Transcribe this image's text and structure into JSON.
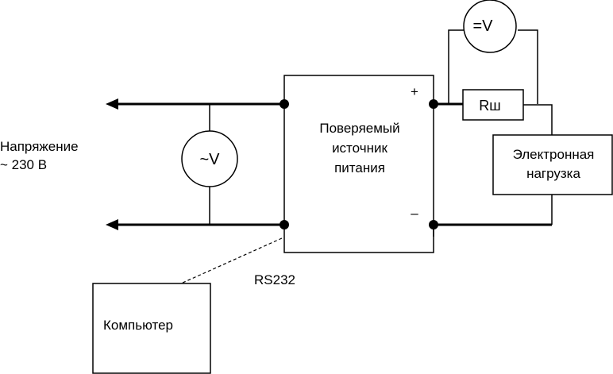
{
  "mains": {
    "line1": "Напряжение",
    "line2": "~ 230 В"
  },
  "ac_voltmeter": "~V",
  "dc_voltmeter": "=V",
  "psu": {
    "line1": "Поверяемый",
    "line2": "источник",
    "line3": "питания",
    "plus": "+",
    "minus": "–"
  },
  "shunt": "Rш",
  "load": {
    "line1": "Электронная",
    "line2": "нагрузка"
  },
  "interface": "RS232",
  "computer": "Компьютер"
}
